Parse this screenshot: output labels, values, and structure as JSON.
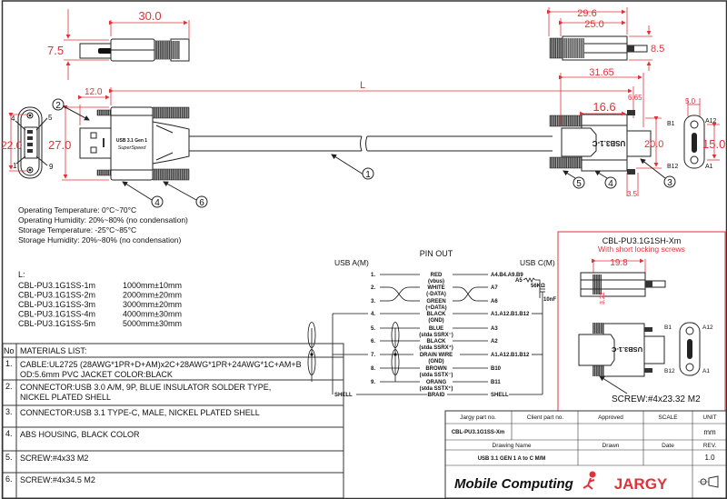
{
  "colors": {
    "dimension": "#e0323a",
    "line": "#222222",
    "inset_border": "#e0323a"
  },
  "dimensions": {
    "side_a_length": "30.0",
    "side_a_height": "7.5",
    "a_tip": "12.0",
    "a_height": "27.0",
    "a_face_height": "22.0",
    "cable_length": "L",
    "c_side_total": "29.6",
    "c_side_body": "25.0",
    "c_side_height": "8.5",
    "c_total": "31.65",
    "c_body": "16.6",
    "c_tip": "6.65",
    "c_height": "20.0",
    "c_tip_gap": "3.5",
    "c_face_width": "5.0",
    "c_face_height": "15.0"
  },
  "face_a_pins": [
    "4",
    "5",
    "1",
    "9"
  ],
  "face_c_pins": [
    "B1",
    "A12",
    "B12",
    "A1"
  ],
  "plug_label": {
    "line1": "USB 3.1 Gen 1",
    "line2": "SuperSpeed"
  },
  "c_plug_label": "USB3.1-C",
  "balloons": [
    "1",
    "2",
    "3",
    "4",
    "5",
    "6"
  ],
  "specs": [
    "Operating Temperature: 0°C~70°C",
    "Operating Humidity: 20%~80% (no condensation)",
    "Storage Temperature: -25°C~85°C",
    "Storage  Humidity: 20%~80% (no condensation)"
  ],
  "lengths": {
    "title": "L:",
    "items": [
      {
        "part": "CBL-PU3.1G1SS-1m",
        "length": "1000mm±10mm"
      },
      {
        "part": "CBL-PU3.1G1SS-2m",
        "length": "2000mm±20mm"
      },
      {
        "part": "CBL-PU3.1G1SS-3m",
        "length": "3000mm±20mm"
      },
      {
        "part": "CBL-PU3.1G1SS-4m",
        "length": "4000mm±30mm"
      },
      {
        "part": "CBL-PU3.1G1SS-5m",
        "length": "5000mm±30mm"
      }
    ]
  },
  "pinout": {
    "title": "PIN OUT",
    "left_title": "USB A(M)",
    "right_title": "USB C(M)",
    "resistor": "A5",
    "resistor_value": "56KΩ",
    "capacitor": "10nF",
    "rows": [
      {
        "a": "1.",
        "wire": "RED",
        "sub": "(vbus)",
        "c": "A4.B4.A9.B9"
      },
      {
        "a": "2.",
        "wire": "WHITE",
        "sub": "(-DATA)",
        "c": "A7"
      },
      {
        "a": "3.",
        "wire": "GREEN",
        "sub": "(+DATA)",
        "c": "A6"
      },
      {
        "a": "4.",
        "wire": "BLACK",
        "sub": "(GND)",
        "c": "A1.A12.B1.B12"
      },
      {
        "a": "5.",
        "wire": "BLUE",
        "sub": "(stda SSRX⁻)",
        "c": "A3"
      },
      {
        "a": "6.",
        "wire": "BLACK",
        "sub": "(stda SSRX⁺)",
        "c": "A2"
      },
      {
        "a": "7.",
        "wire": "DRAIN WIRE",
        "sub": "(GND)",
        "c": "A1.A12.B1.B12"
      },
      {
        "a": "8.",
        "wire": "BROWN",
        "sub": "(stda SSTX⁻)",
        "c": "B10"
      },
      {
        "a": "9.",
        "wire": "ORANG",
        "sub": "(stda SSTX⁺)",
        "c": "B11"
      },
      {
        "a": "SHELL",
        "wire": "BRAID",
        "sub": "",
        "c": "SHELL"
      }
    ]
  },
  "inset": {
    "title": "CBL-PU3.1G1SH-Xm",
    "subtitle": "With short locking screws",
    "dim_length": "19.8",
    "dim_height": "3.22",
    "screw_note": "SCREW:#4x23.32 M2"
  },
  "materials": {
    "header_no": "No",
    "header": "MATERIALS LIST:",
    "rows": [
      {
        "no": "1.",
        "l1": "CABLE:UL2725 (28AWG*1PR+D+AM)x2C+28AWG*1PR+24AWG*1C+AM+B",
        "l2": "OD:5.6mm  PVC JACKET COLOR:BLACK"
      },
      {
        "no": "2.",
        "l1": "CONNECTOR:USB 3.0 A/M, 9P, BLUE INSULATOR SOLDER TYPE,",
        "l2": "NICKEL PLATED SHELL"
      },
      {
        "no": "3.",
        "l1": "CONNECTOR:USB 3.1 TYPE-C, MALE, NICKEL PLATED SHELL",
        "l2": ""
      },
      {
        "no": "4.",
        "l1": "ABS HOUSING, BLACK COLOR",
        "l2": ""
      },
      {
        "no": "5.",
        "l1": "SCREW:#4x33 M2",
        "l2": ""
      },
      {
        "no": "6.",
        "l1": "SCREW:#4x34.5 M2",
        "l2": ""
      }
    ]
  },
  "title_block": {
    "jargy_part_label": "Jargy part no.",
    "client_part_label": "Client part no.",
    "approved_label": "Approved",
    "scale_label": "SCALE",
    "unit_label": "UNIT",
    "jargy_part": "CBL-PU3.1G1SS-Xm",
    "unit": "mm",
    "drawing_name_label": "Drawing Name",
    "drawn_label": "Drawn",
    "date_label": "Date",
    "rev_label": "REV.",
    "drawing_name": "USB 3.1 GEN 1 A to C M/M",
    "rev": "1.0",
    "logo1": "Mobile Computing",
    "logo2": "JARGY"
  }
}
